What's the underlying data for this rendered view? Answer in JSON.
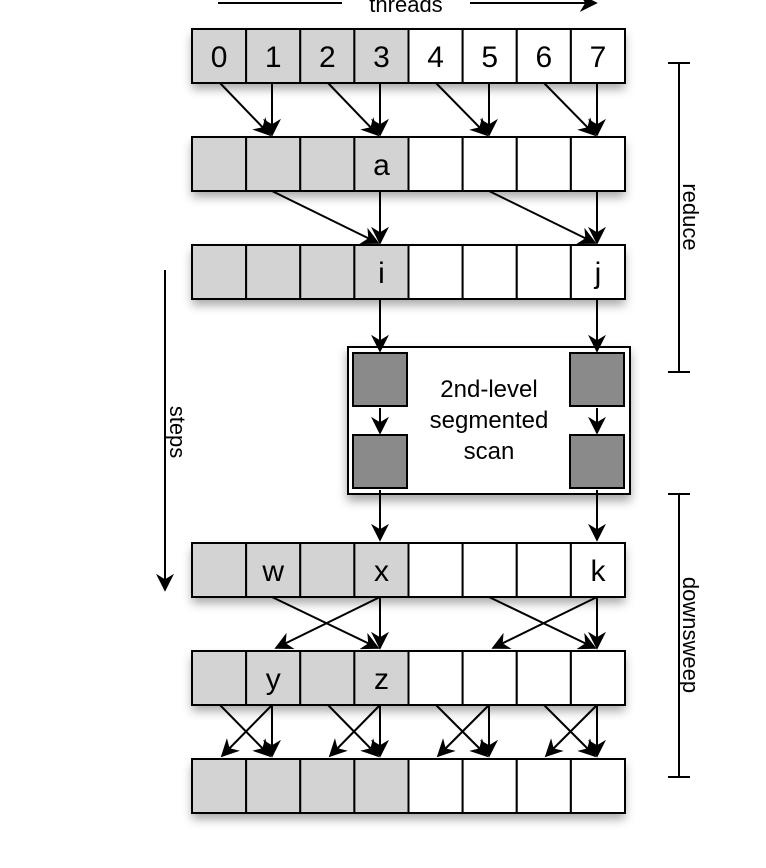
{
  "header": {
    "threads_label": "threads"
  },
  "side_labels": {
    "steps": "steps",
    "reduce": "reduce",
    "downsweep": "downsweep"
  },
  "rows": [
    {
      "name": "row-input",
      "gray_count": 4,
      "labels": [
        "0",
        "1",
        "2",
        "3",
        "4",
        "5",
        "6",
        "7"
      ]
    },
    {
      "name": "row-reduce-1",
      "gray_count": 4,
      "labels": [
        "",
        "",
        "",
        "a",
        "",
        "",
        "",
        ""
      ]
    },
    {
      "name": "row-reduce-2",
      "gray_count": 4,
      "labels": [
        "",
        "",
        "",
        "i",
        "",
        "",
        "",
        "j"
      ]
    },
    {
      "name": "row-downsweep-1",
      "gray_count": 4,
      "labels": [
        "",
        "w",
        "",
        "x",
        "",
        "",
        "",
        "k"
      ]
    },
    {
      "name": "row-downsweep-2",
      "gray_count": 4,
      "labels": [
        "",
        "y",
        "",
        "z",
        "",
        "",
        "",
        ""
      ]
    },
    {
      "name": "row-output",
      "gray_count": 4,
      "labels": [
        "",
        "",
        "",
        "",
        "",
        "",
        "",
        ""
      ]
    }
  ],
  "second_level": {
    "line1": "2nd-level",
    "line2": "segmented",
    "line3": "scan"
  },
  "colors": {
    "gray_cell": "#d3d3d3",
    "dark_cell": "#8a8a8a",
    "white_cell": "#ffffff",
    "stroke": "#000000"
  }
}
